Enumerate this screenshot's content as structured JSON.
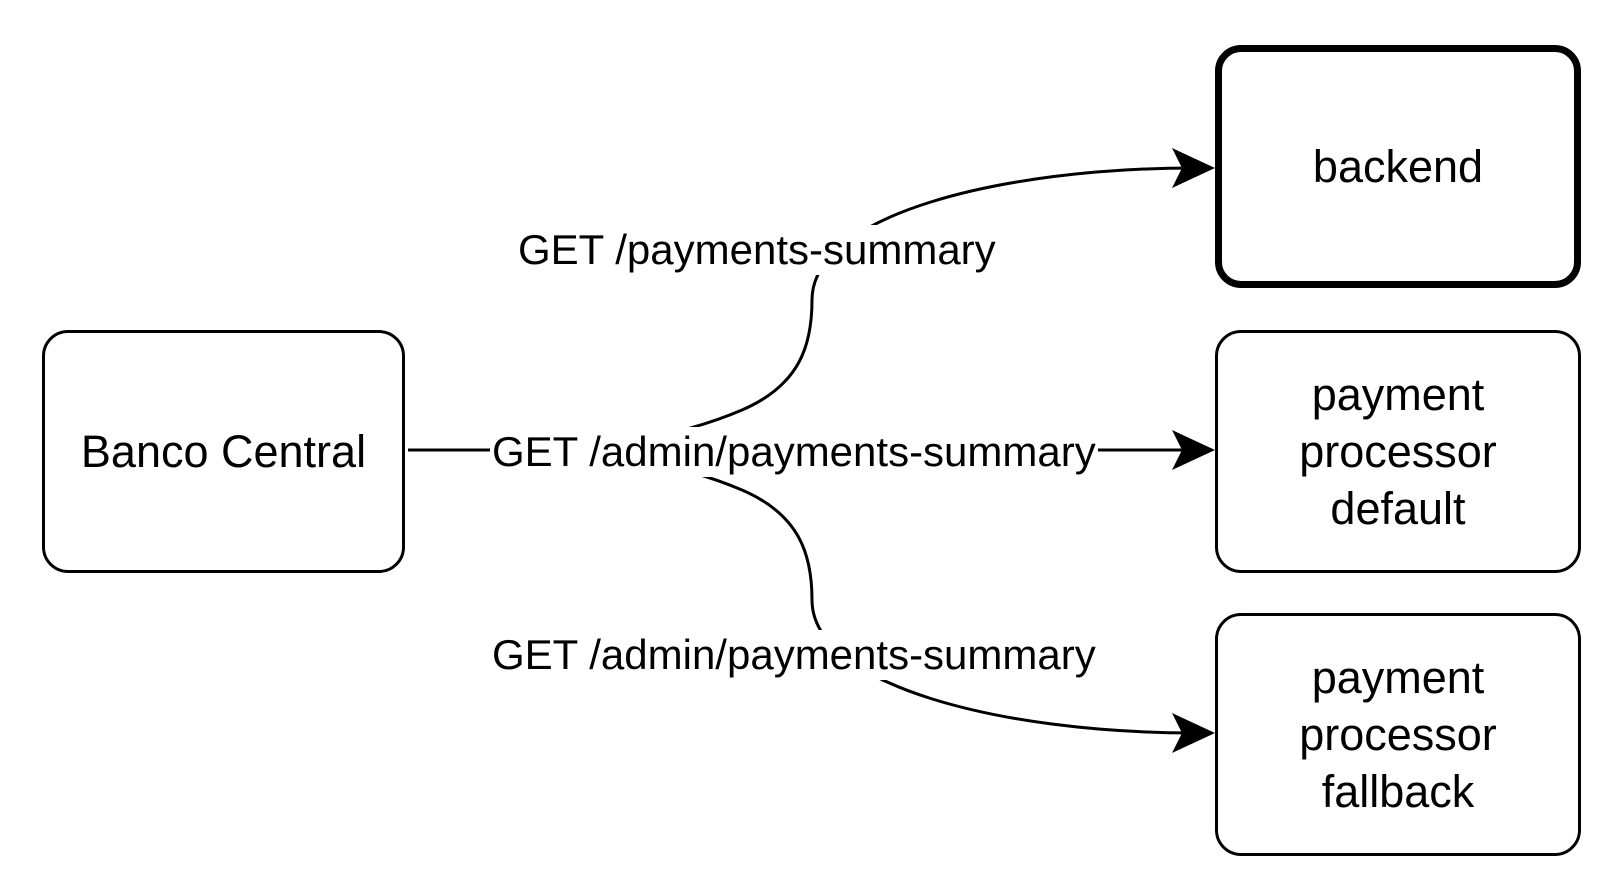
{
  "nodes": {
    "banco_central": "Banco Central",
    "backend": "backend",
    "processor_default": "payment\nprocessor\ndefault",
    "processor_fallback": "payment\nprocessor\nfallback"
  },
  "edges": {
    "to_backend": "GET /payments-summary",
    "to_default": "GET /admin/payments-summary",
    "to_fallback": "GET /admin/payments-summary"
  },
  "colors": {
    "stroke": "#000000",
    "background": "#ffffff"
  }
}
